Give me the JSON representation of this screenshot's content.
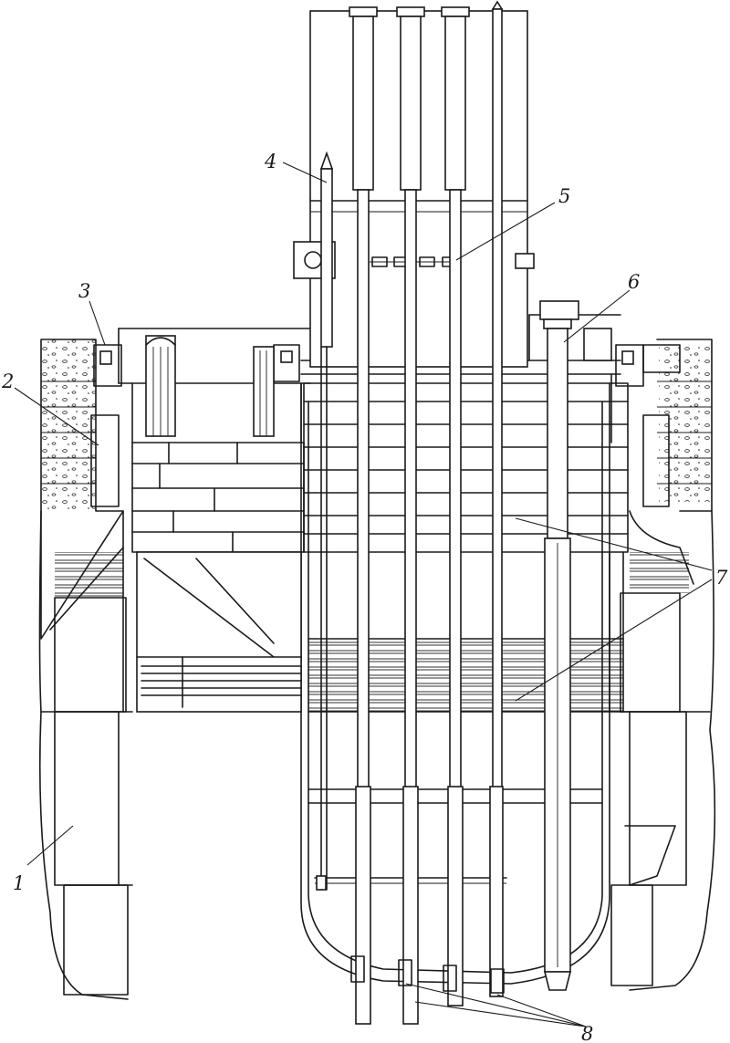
{
  "callouts": [
    {
      "id": "1",
      "text": "1"
    },
    {
      "id": "2",
      "text": "2"
    },
    {
      "id": "3",
      "text": "3"
    },
    {
      "id": "4",
      "text": "4"
    },
    {
      "id": "5",
      "text": "5"
    },
    {
      "id": "6",
      "text": "6"
    },
    {
      "id": "7",
      "text": "7"
    },
    {
      "id": "8",
      "text": "8"
    }
  ],
  "colors": {
    "ink": "#1a1a1a",
    "paper": "#ffffff"
  }
}
